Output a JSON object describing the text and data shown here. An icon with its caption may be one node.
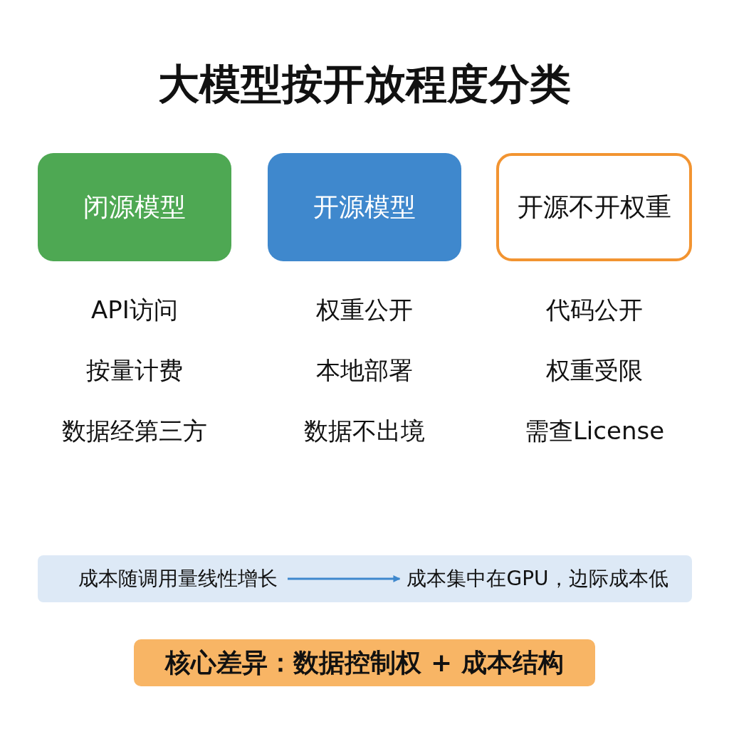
{
  "diagram": {
    "title": "大模型按开放程度分类",
    "nodes": [
      {
        "text": [
          "闭源模型"
        ]
      },
      {
        "text": [
          "开源模型"
        ]
      },
      {
        "text": [
          "开源不开权重"
        ]
      },
      {
        "text": [],
        "shape": "box"
      },
      {
        "text": [
          "成本随调用量线性增长"
        ],
        "in": 3
      },
      {
        "text": [
          "成本集中在GPU，边际成本低"
        ],
        "in": 3
      },
      {
        "text": [
          "核心差异：数据控制权 + 成本结构"
        ]
      }
    ],
    "edges": [
      {
        "from": 4,
        "to": 5,
        "arrow": "to"
      }
    ],
    "labels": [
      "API访问",
      "权重公开",
      "代码公开",
      "按量计费",
      "本地部署",
      "权重受限",
      "数据经第三方",
      "数据不出境",
      "需查License"
    ]
  }
}
